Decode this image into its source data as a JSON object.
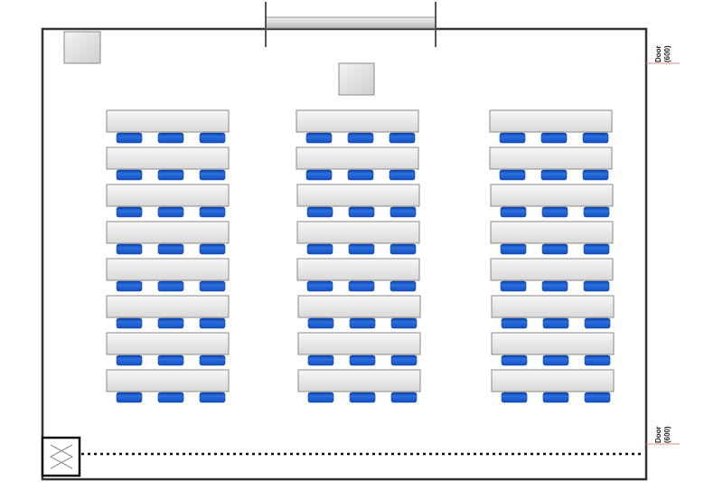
{
  "doors": [
    {
      "label": "Door",
      "size": "(600)"
    },
    {
      "label": "Door",
      "size": "(600)"
    }
  ],
  "layout": {
    "blocks": 3,
    "desks_per_block": 8,
    "chairs_per_desk": 3,
    "total_desks": 24,
    "total_chairs": 72
  },
  "colors": {
    "wall": "#333333",
    "desk_top": "#f4f4f4",
    "desk_bottom": "#dcdcdc",
    "desk_border": "#8a8a8a",
    "chair": "#1a5fd6",
    "chair_dark": "#0d3f9e",
    "door_tick": "#e08a8a"
  },
  "icons": [
    "projector-screen-icon",
    "lectern-icon",
    "cabinet-icon",
    "entrance-mat-icon"
  ]
}
